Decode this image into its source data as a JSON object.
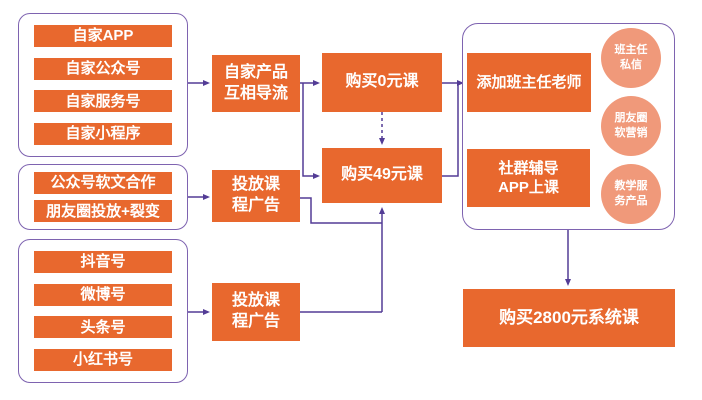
{
  "colors": {
    "node_fill": "#E8682E",
    "circle_fill": "#F0997A",
    "connector_line": "#533C96",
    "container_border": "#7E63B0",
    "node_text": "#FFFFFF",
    "background": "#FFFFFF"
  },
  "source_groups": [
    {
      "items": [
        "自家APP",
        "自家公众号",
        "自家服务号",
        "自家小程序"
      ]
    },
    {
      "items": [
        "公众号软文合作",
        "朋友圈投放+裂变"
      ]
    },
    {
      "items": [
        "抖音号",
        "微博号",
        "头条号",
        "小红书号"
      ]
    }
  ],
  "middle_nodes": {
    "cross_promotion": "自家产品\n互相导流",
    "ad_campaign_1": "投放课\n程广告",
    "ad_campaign_2": "投放课\n程广告"
  },
  "funnel_nodes": {
    "free_course": "购买0元课",
    "paid_course_49": "购买49元课",
    "system_course_2800": "购买2800元系统课"
  },
  "service_group": {
    "add_teacher": "添加班主任老师",
    "community_class": "社群辅导\nAPP上课",
    "circles": [
      "班主任\n私信",
      "朋友圈\n软营销",
      "教学服\n务产品"
    ]
  }
}
